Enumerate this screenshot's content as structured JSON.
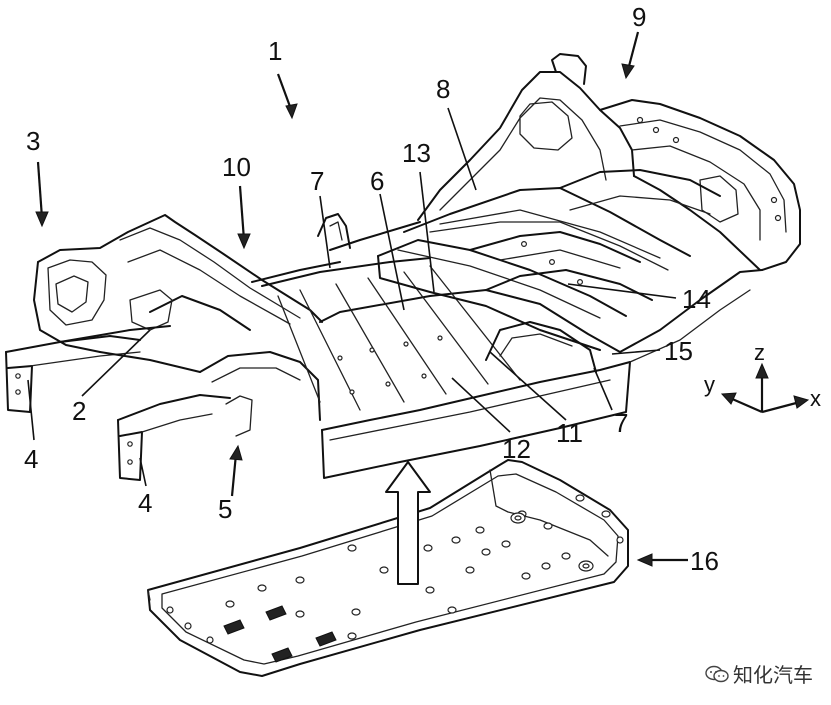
{
  "labels": {
    "l1": "1",
    "l2": "2",
    "l3": "3",
    "l4a": "4",
    "l4b": "4",
    "l5": "5",
    "l6": "6",
    "l7a": "7",
    "l7b": "7",
    "l8": "8",
    "l9": "9",
    "l10": "10",
    "l11": "11",
    "l12": "12",
    "l13": "13",
    "l14": "14",
    "l15": "15",
    "l16": "16"
  },
  "axes": {
    "x": "x",
    "y": "y",
    "z": "z"
  },
  "watermark": {
    "text": "知化汽车",
    "icon": "wechat-icon"
  }
}
